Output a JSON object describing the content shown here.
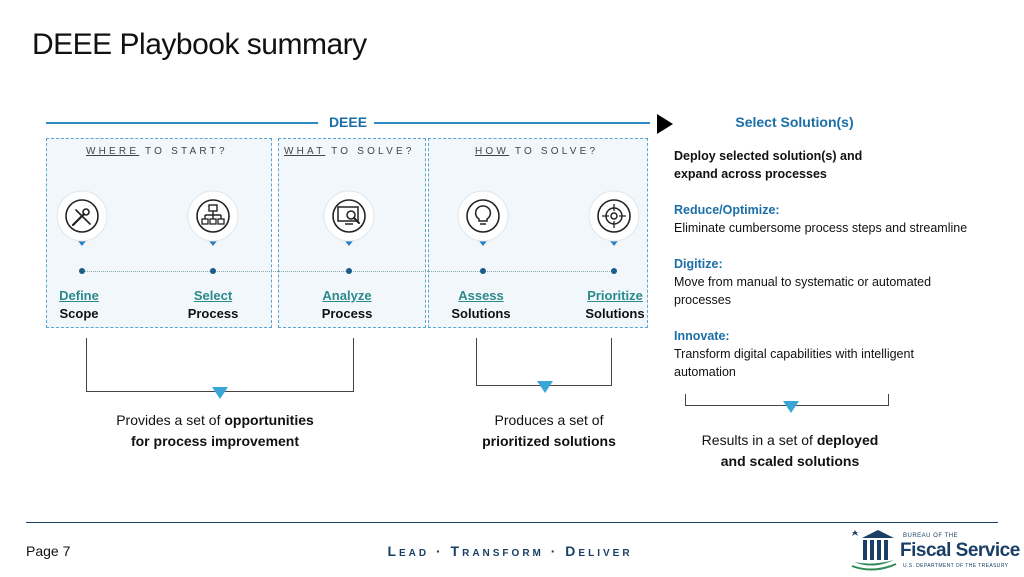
{
  "slide": {
    "title": "DEEE Playbook summary",
    "deee_label": "DEEE",
    "select_solutions_label": "Select Solution(s)"
  },
  "phases": [
    {
      "prefix": "WHERE",
      "rest": " TO START?"
    },
    {
      "prefix": "WHAT",
      "rest": " TO SOLVE?"
    },
    {
      "prefix": "HOW",
      "rest": " TO SOLVE?"
    }
  ],
  "steps": [
    {
      "top": "Define",
      "bottom": "Scope",
      "icon": "wrench-screwdriver-icon"
    },
    {
      "top": "Select",
      "bottom": "Process",
      "icon": "org-chart-icon"
    },
    {
      "top": "Analyze",
      "bottom": "Process",
      "icon": "monitor-magnifier-icon"
    },
    {
      "top": "Assess",
      "bottom": "Solutions",
      "icon": "lightbulb-icon"
    },
    {
      "top": "Prioritize",
      "bottom": "Solutions",
      "icon": "target-icon"
    }
  ],
  "results": {
    "left": {
      "text": "Provides a set of ",
      "bold1": "opportunities",
      "bold2": "for process improvement"
    },
    "middle": {
      "text": "Produces a set of",
      "bold": "prioritized solutions"
    },
    "right": {
      "text": "Results in a set of ",
      "bold1": "deployed",
      "bold2": "and scaled solutions"
    }
  },
  "right_panel": {
    "intro_line1": "Deploy selected solution(s) and",
    "intro_line2": "expand across processes",
    "items": [
      {
        "head": "Reduce/Optimize:",
        "body": "Eliminate cumbersome process steps and streamline"
      },
      {
        "head": "Digitize:",
        "body": "Move from manual to systematic or automated processes"
      },
      {
        "head": "Innovate:",
        "body": "Transform digital capabilities with intelligent automation"
      }
    ]
  },
  "footer": {
    "page": "Page 7",
    "tagline": "Lead · Transform · Deliver",
    "logo": {
      "line1": "BUREAU OF THE",
      "line2": "Fiscal Service",
      "line3": "U.S. DEPARTMENT OF THE TREASURY"
    }
  },
  "colors": {
    "accent_blue": "#1a6fa8",
    "pin_blue": "#2a7fc0",
    "step_label_teal": "#2b8a8a",
    "navy": "#1a3f66"
  }
}
